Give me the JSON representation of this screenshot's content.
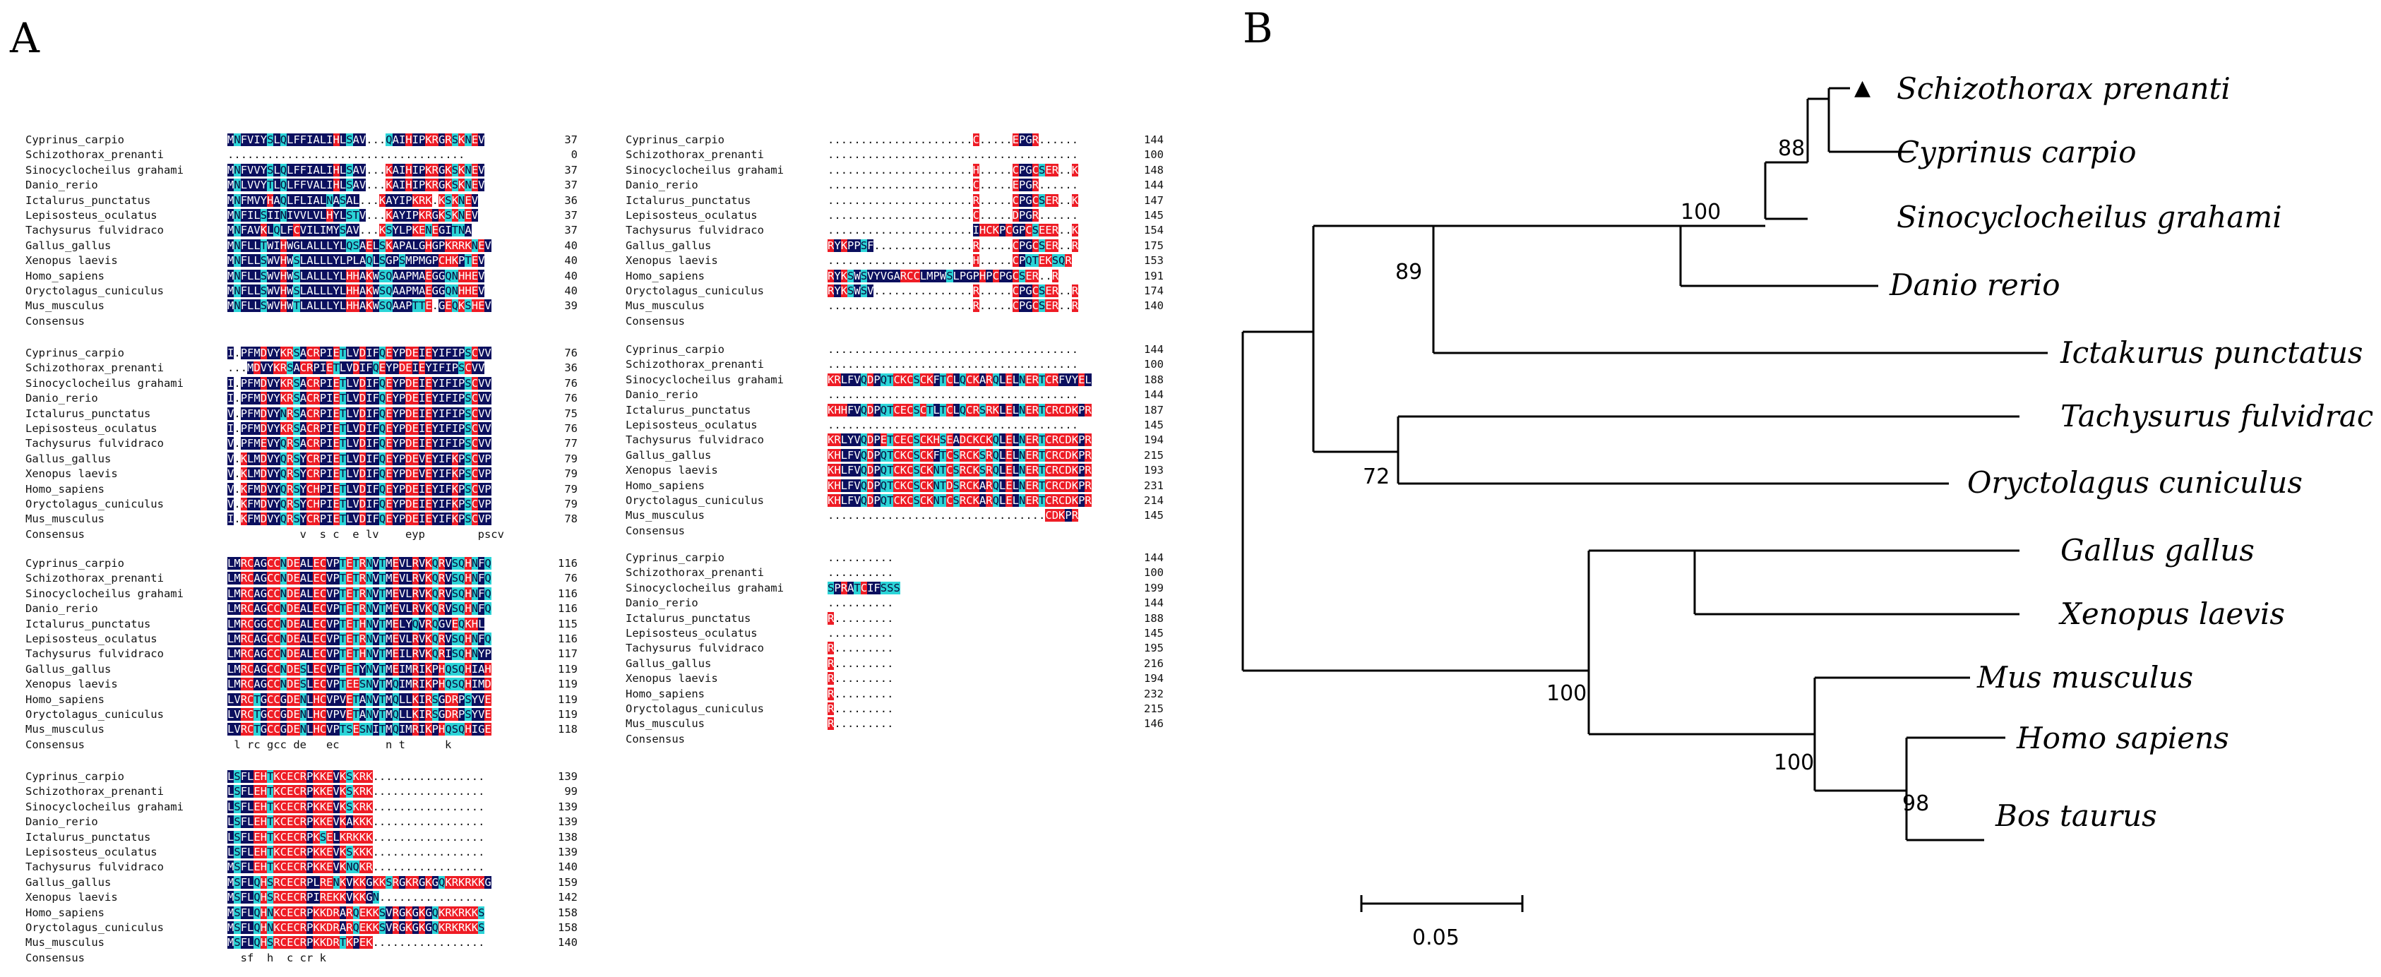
{
  "panels": {
    "a": "A",
    "b": "B"
  },
  "alignment": {
    "blocks": [
      {
        "species": [
          "Cyprinus_carpio",
          "Schizothorax_prenanti",
          "Sinocyclocheilus grahami",
          "Danio_rerio",
          "Ictalurus_punctatus",
          "Lepisosteus_oculatus",
          "Tachysurus fulvidraco",
          "Gallus_gallus",
          "Xenopus laevis",
          "Homo_sapiens",
          "Oryctolagus_cuniculus",
          "Mus_musculus"
        ],
        "seqs": [
          "MNFVIYSLQLFFIALIHLSAV...QAIHIPKRGRSKNEV",
          "....................................",
          "MNFVVYSLQLFFIALIHLSAV...KAIHIPKRGKSKNEV",
          "MNLVVYTLQLFFVALIHLSAV...KAIHIPKRGKSKNEV",
          "MNFMVYHAQLFLIALNASAL...KAYIPKRK.KSKNEV",
          "MNFILSIINIVVLVLHYLSTV...KAYIPKRGKSKNEV",
          "MNFAVKLQLFCVILIMYSAV...KSYLPKENEGITNA",
          "MNFLLTWIHWGLALLLYLQSAELSKAPALGHGPKRRKNEV",
          "MNFLLSWVHWSLALLLYLPLAQLSGPSMPMGPCHKPTEV",
          "MNFLLSWVHWSLALLLYLHHAKWSQAAPMAEGGQNHHEV",
          "MNFLLSWVHWSLALLLYLHHAKWSQAAPMAEGGQNHHEV",
          "MNFLLSWVHWTLALLLYLHHAKWSQAAPTTE.GEQKSHEV"
        ],
        "nums": [
          "37",
          "0",
          "37",
          "37",
          "36",
          "37",
          "37",
          "40",
          "40",
          "40",
          "40",
          "39"
        ],
        "consensus": ""
      },
      {
        "species": [
          "Cyprinus_carpio",
          "Schizothorax_prenanti",
          "Sinocyclocheilus grahami",
          "Danio_rerio",
          "Ictalurus_punctatus",
          "Lepisosteus_oculatus",
          "Tachysurus fulvidraco",
          "Gallus_gallus",
          "Xenopus laevis",
          "Homo_sapiens",
          "Oryctolagus_cuniculus",
          "Mus_musculus"
        ],
        "seqs": [
          "I.PFMDVYKRSACRPIETLVDIFQEYPDEIEYIFIPSCVV",
          "...MDVYKRSACRPIETLVDIFQEYPDEIEYIFIPSCVV",
          "I.PFMDVYKRSACRPIETLVDIFQEYPDEIEYIFIPSCVV",
          "I.PFMDVYKRSACRPIETLVDIFQEYPDEIEYIFIPSCVV",
          "V.PFMDVYNRSACRPIETLVDIFQEYPDEIEYIFIPSCVV",
          "I.PFMDVYKRSACRPIETLVDIFQEYPDEIEYIFIPSCVV",
          "V.PFMEVYQRSACRPIETLVDIFQEYPDEIEYIFIPSCVV",
          "V.KLMDVYQRSYCRPIETLVDIFQEYPDEVEYIFKPSCVP",
          "V.KLMDVYQRSYCRPIETLVDIFQEYPDEVEYIFKPSCVP",
          "V.KFMDVYQRSYCHPIETLVDIFQEYPDEIEYIFKPSCVP",
          "V.KFMDVYQRSYCHPIETLVDIFQEYPDEIEYIFKPSCVP",
          "I.KFMDVYQRSYCRPIETLVDIFQEYPDEIEYIFKPSCVP"
        ],
        "nums": [
          "76",
          "36",
          "76",
          "76",
          "75",
          "76",
          "77",
          "79",
          "79",
          "79",
          "79",
          "78"
        ],
        "consensus": "           v  s c  e lv    eyp        pscv"
      },
      {
        "species": [
          "Cyprinus_carpio",
          "Schizothorax_prenanti",
          "Sinocyclocheilus grahami",
          "Danio_rerio",
          "Ictalurus_punctatus",
          "Lepisosteus_oculatus",
          "Tachysurus fulvidraco",
          "Gallus_gallus",
          "Xenopus laevis",
          "Homo_sapiens",
          "Oryctolagus_cuniculus",
          "Mus_musculus"
        ],
        "seqs": [
          "LMRCAGCCNDEALECVPTETRNVTMEVLRVKQRVSQHNFQ",
          "LMRCAGCCNDEALECVPTETRNVTMEVLRVKQRVSQHNFQ",
          "LMRCAGCCNDEALECVPTETRNVTMEVLRVKQRVSQHNFQ",
          "LMRCAGCCNDEALECVPTETRNVTMEVLRVKQRVSQHNFQ",
          "LMRCGGCCNDEALECVPTETHNVTMELYQVRQGVEQKHL",
          "LMRCAGCCNDEALECVPTETRNVTMEVLRVKQRVSQHNFQ",
          "LMRCAGCCNDEALECVPTETHNVTMEILRVKQRISQHNYP",
          "LMRCAGCCNDESLECVPTETYNVTMEIMRIKPHQSQHIAH",
          "LMRCAGCCNDESLECVPTEESNVTMQIMRIKPHQSQHIMD",
          "LVRCTGCCGDENLHCVPVETANVTMQLLKIRSGDRPSYVE",
          "LVRCTGCCGDENLHCVPVETANVTMQLLKIRSGDRPSYVE",
          "LVRCTGCCGDENLHCVPTSESNITMQIMRIKPHQSQHIGE"
        ],
        "nums": [
          "116",
          "76",
          "116",
          "116",
          "115",
          "116",
          "117",
          "119",
          "119",
          "119",
          "119",
          "118"
        ],
        "consensus": " l rc gcc de   ec       n t      k"
      },
      {
        "species": [
          "Cyprinus_carpio",
          "Schizothorax_prenanti",
          "Sinocyclocheilus grahami",
          "Danio_rerio",
          "Ictalurus_punctatus",
          "Lepisosteus_oculatus",
          "Tachysurus fulvidraco",
          "Gallus_gallus",
          "Xenopus laevis",
          "Homo_sapiens",
          "Oryctolagus_cuniculus",
          "Mus_musculus"
        ],
        "seqs": [
          "LSFLEHTKCECRPKKEVKSKRK.................",
          "LSFLEHTKCECRPKKEVKSKRK.................",
          "LSFLEHTKCECRPKKEVKSKRK.................",
          "LSFLEHTKCECRPKKEVKAKKK.................",
          "LSFLEHTKCECRPKSELKRKKK.................",
          "LSFLEHTKCECRPKKEVKSKKK.................",
          "MSFLEHTKCECRPKKEVKNQKR.................",
          "MSFLQHSRCECRPLRENKVKKGKKSRGKRGKGQKRKRKKG",
          "MSFLQHSRCECRPIREKKVKKGN................",
          "MSFLQHNKCECRPKKDRARQEKKSVRGKGKGQKRKRKKS",
          "MSFLQHNKCECRPKKDRARQEKKSVRGKGKGQKRKRKKS",
          "MSFLQHSRCECRPKKDRTKPEK................."
        ],
        "nums": [
          "139",
          "99",
          "139",
          "139",
          "138",
          "139",
          "140",
          "159",
          "142",
          "158",
          "158",
          "140"
        ],
        "consensus": "  sf  h  c cr k"
      }
    ],
    "right_blocks": [
      {
        "species": [
          "Cyprinus_carpio",
          "Schizothorax_prenanti",
          "Sinocyclocheilus grahami",
          "Danio_rerio",
          "Ictalurus_punctatus",
          "Lepisosteus_oculatus",
          "Tachysurus fulvidraco",
          "Gallus_gallus",
          "Xenopus laevis",
          "Homo_sapiens",
          "Oryctolagus_cuniculus",
          "Mus_musculus"
        ],
        "seqs": [
          "......................C.....EPGR......",
          "......................................",
          "......................H.....CPGCSER..K",
          "......................C.....EPGR......",
          "......................R.....CPGCSER..K",
          "......................C.....DPGR......",
          "......................IHCKPCGPCSEER..K",
          "RYKPPSF...............R.....CPGCSER..R",
          "......................H.....CPQTEKSQR",
          "RYKSWSVYVGARCCLMPWSLPGPHPCPGCSER..R",
          "RYKSWSV...............R.....CPGCSER..R",
          "......................R.....CPGCSER..R"
        ],
        "nums": [
          "144",
          "100",
          "148",
          "144",
          "147",
          "145",
          "154",
          "175",
          "153",
          "191",
          "174",
          "140"
        ],
        "consensus": ""
      },
      {
        "species": [
          "Cyprinus_carpio",
          "Schizothorax_prenanti",
          "Sinocyclocheilus grahami",
          "Danio_rerio",
          "Ictalurus_punctatus",
          "Lepisosteus_oculatus",
          "Tachysurus fulvidraco",
          "Gallus_gallus",
          "Xenopus laevis",
          "Homo_sapiens",
          "Oryctolagus_cuniculus",
          "Mus_musculus"
        ],
        "seqs": [
          "......................................",
          "......................................",
          "KRLFVQDPQTCKCSCKFTCLQCKARQLELNERTCRFVYEL",
          "......................................",
          "KHHFVQDPQTCECSCTLTCLQCRSRKLELNERTCRCDKPR",
          "......................................",
          "KRLYVQDPETCECSCKHSEADCKCKQLELNERTCRCDKPR",
          "KHLFVQDPQTCKCSCKFTCSRCKSRQLELNERTCRCDKPR",
          "KHLFVQDPQTCKCSCKNTCSRCKSRQLELNERTCRCDKPR",
          "KHLFVQDPQTCKCSCKNTDSRCKARQLELNERTCRCDKPR",
          "KHLFVQDPQTCKCSCKNTCSRCKARQLELNERTCRCDKPR",
          ".................................CDKPR"
        ],
        "nums": [
          "144",
          "100",
          "188",
          "144",
          "187",
          "145",
          "194",
          "215",
          "193",
          "231",
          "214",
          "145"
        ],
        "consensus": ""
      },
      {
        "species": [
          "Cyprinus_carpio",
          "Schizothorax_prenanti",
          "Sinocyclocheilus grahami",
          "Danio_rerio",
          "Ictalurus_punctatus",
          "Lepisosteus_oculatus",
          "Tachysurus fulvidraco",
          "Gallus_gallus",
          "Xenopus laevis",
          "Homo_sapiens",
          "Oryctolagus_cuniculus",
          "Mus_musculus"
        ],
        "seqs": [
          "..........",
          "..........",
          "SPRATCIFSSS",
          "..........",
          "R.........",
          "..........",
          "R.........",
          "R.........",
          "R.........",
          "R.........",
          "R.........",
          "R........."
        ],
        "nums": [
          "144",
          "100",
          "199",
          "144",
          "188",
          "145",
          "195",
          "216",
          "194",
          "232",
          "215",
          "146"
        ],
        "consensus": ""
      }
    ],
    "consensus_label": "Consensus"
  },
  "tree": {
    "tips": [
      "Schizothorax prenanti",
      "Cyprinus carpio",
      "Sinocyclocheilus grahami",
      "Danio rerio",
      "Ictakurus punctatus",
      "Tachysurus fulvidraco",
      "Oryctolagus cuniculus",
      "Gallus gallus",
      "Xenopus laevis",
      "Mus musculus",
      "Homo sapiens",
      "Bos taurus"
    ],
    "marker": "▲",
    "bootstrap": [
      "88",
      "100",
      "89",
      "72",
      "100",
      "100",
      "98"
    ],
    "scale_label": "0.05"
  }
}
